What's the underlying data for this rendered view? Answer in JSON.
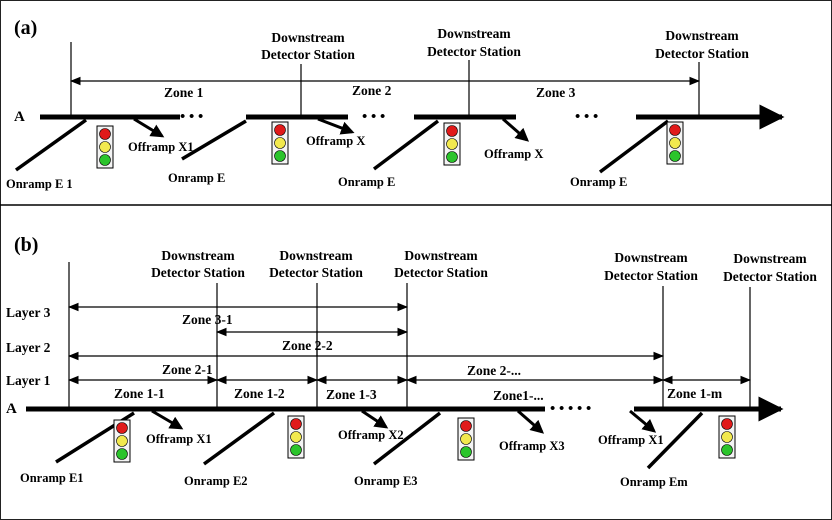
{
  "panel_a": {
    "label": "(a)",
    "point_label": "A",
    "zones": [
      "Zone 1",
      "Zone 2",
      "Zone 3"
    ],
    "stations": [
      {
        "line1": "Downstream",
        "line2": "Detector Station"
      },
      {
        "line1": "Downstream",
        "line2": "Detector Station"
      },
      {
        "line1": "Downstream",
        "line2": "Detector Station"
      }
    ],
    "onramps": [
      "Onramp E 1",
      "Onramp E",
      "Onramp E",
      "Onramp E"
    ],
    "offramps": [
      "Offramp X1",
      "Offramp X",
      "Offramp X"
    ],
    "dots": "• • •"
  },
  "panel_b": {
    "label": "(b)",
    "point_label": "A",
    "layers": [
      "Layer 3",
      "Layer 2",
      "Layer 1"
    ],
    "stations": [
      {
        "line1": "Downstream",
        "line2": "Detector Station"
      },
      {
        "line1": "Downstream",
        "line2": "Detector Station"
      },
      {
        "line1": "Downstream",
        "line2": "Detector Station"
      },
      {
        "line1": "Downstream",
        "line2": "Detector Station"
      },
      {
        "line1": "Downstream",
        "line2": "Detector Station"
      }
    ],
    "zones": {
      "layer3": [
        "Zone 3-1"
      ],
      "layer2": [
        "Zone 2-1",
        "Zone 2-2",
        "Zone 2-..."
      ],
      "layer1": [
        "Zone 1-1",
        "Zone 1-2",
        "Zone 1-3",
        "Zone1-...",
        "Zone 1-m"
      ]
    },
    "onramps": [
      "Onramp E1",
      "Onramp E2",
      "Onramp E3",
      "Onramp Em"
    ],
    "offramps": [
      "Offramp X1",
      "Offramp X2",
      "Offramp X3",
      "Offramp X1"
    ],
    "dots": "• • • • •"
  },
  "colors": {
    "line": "#000000",
    "signal_red": "#e01a1a",
    "signal_yellow": "#f2e94e",
    "signal_green": "#2bc42b",
    "signal_box": "#f4f4f4"
  }
}
